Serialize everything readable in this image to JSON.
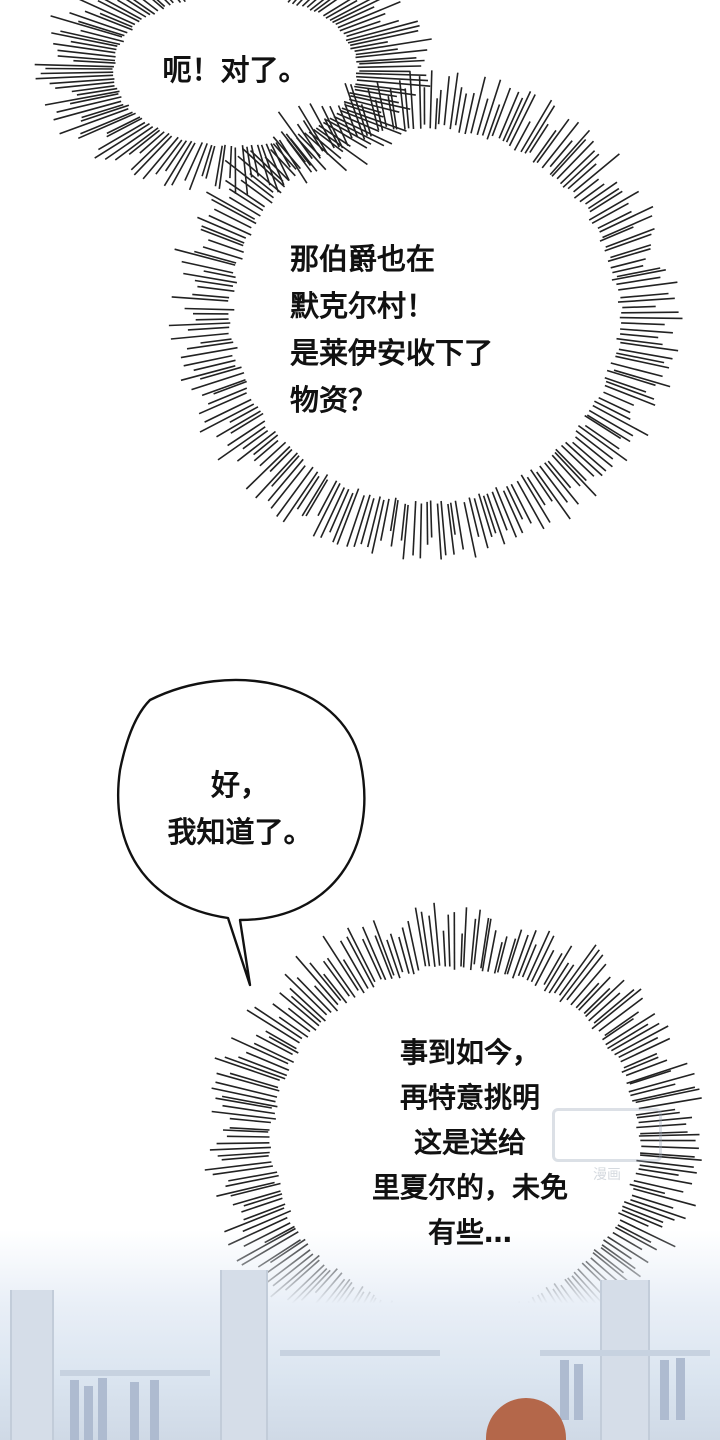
{
  "bubbles": {
    "shout_1": {
      "text": "呃！对了。"
    },
    "shout_2": {
      "text": "那伯爵也在\n默克尔村！\n是莱伊安收下了\n物资？"
    },
    "speech_1": {
      "text": "好，\n我知道了。"
    },
    "shout_3": {
      "text": "事到如今，\n再特意挑明\n这是送给\n里夏尔的，未免\n有些…"
    }
  },
  "watermark": {
    "text": "漫画"
  },
  "colors": {
    "background": "#ffffff",
    "ink": "#111111",
    "scene": "#dbe5f0",
    "hair": "#b4674a"
  }
}
